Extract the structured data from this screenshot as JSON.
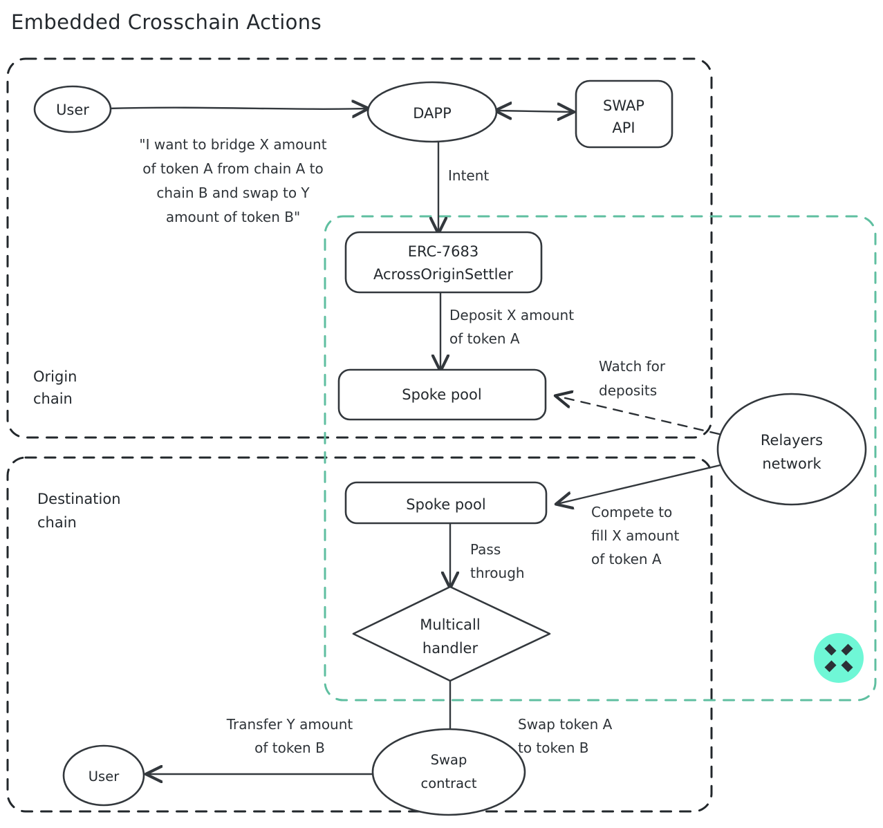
{
  "title": "Embedded Crosschain Actions",
  "colors": {
    "ink": "#24292e",
    "stroke": "#33383d",
    "group_dark": "#22272b",
    "group_teal": "#5fbfa0",
    "logo_bg": "#6ff7d6",
    "logo_mark": "#2b3036",
    "background": "#ffffff"
  },
  "groups": {
    "origin": {
      "label_line1": "Origin",
      "label_line2": "chain"
    },
    "destination": {
      "label_line1": "Destination",
      "label_line2": "chain"
    },
    "across": {
      "label": ""
    }
  },
  "nodes": {
    "user_origin": {
      "label": "User",
      "shape": "ellipse"
    },
    "dapp": {
      "label": "DAPP",
      "shape": "ellipse"
    },
    "swap_api": {
      "line1": "SWAP",
      "line2": "API",
      "shape": "rounded-rect"
    },
    "origin_settler": {
      "line1": "ERC-7683",
      "line2": "AcrossOriginSettler",
      "shape": "rounded-rect"
    },
    "spoke_pool_origin": {
      "label": "Spoke pool",
      "shape": "rounded-rect"
    },
    "relayers_network": {
      "line1": "Relayers",
      "line2": "network",
      "shape": "ellipse"
    },
    "spoke_pool_dest": {
      "label": "Spoke pool",
      "shape": "rounded-rect"
    },
    "multicall_handler": {
      "line1": "Multicall",
      "line2": "handler",
      "shape": "diamond"
    },
    "swap_contract": {
      "line1": "Swap",
      "line2": "contract",
      "shape": "ellipse"
    },
    "user_dest": {
      "label": "User",
      "shape": "ellipse"
    }
  },
  "edges": {
    "user_to_dapp": {
      "line1": "\"I want to bridge X amount",
      "line2": "of token A from chain A to",
      "line3": "chain B and swap to Y",
      "line4": "amount of token B\""
    },
    "dapp_to_settler": {
      "label": "Intent"
    },
    "dapp_swapapi": {
      "label": ""
    },
    "settler_to_spoke": {
      "line1": "Deposit X amount",
      "line2": "of token A"
    },
    "relayers_watch": {
      "line1": "Watch for",
      "line2": "deposits"
    },
    "relayers_fill": {
      "line1": "Compete to",
      "line2": "fill X amount",
      "line3": "of token A"
    },
    "spoke_to_multicall": {
      "line1": "Pass",
      "line2": "through"
    },
    "multicall_to_swap": {
      "line1": "Swap token A",
      "line2": "to token B"
    },
    "swap_to_user": {
      "line1": "Transfer Y amount",
      "line2": "of token B"
    }
  },
  "logo": {
    "name": "across-logo-icon"
  }
}
